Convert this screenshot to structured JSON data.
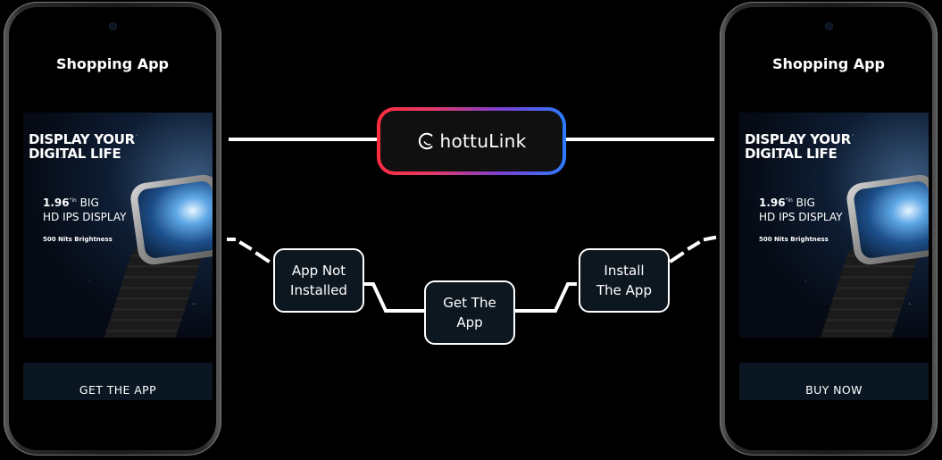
{
  "left_phone": {
    "title": "Shopping App",
    "banner": {
      "headline_line1": "DISPLAY YOUR",
      "headline_line2": "DIGITAL LIFE",
      "size_value": "1.96",
      "size_unit": "\"in",
      "size_suffix": "BIG",
      "display_type": "HD IPS DISPLAY",
      "brightness": "500 Nits Brightness"
    },
    "cta_label": "GET THE APP"
  },
  "right_phone": {
    "title": "Shopping App",
    "banner": {
      "headline_line1": "DISPLAY YOUR",
      "headline_line2": "DIGITAL LIFE",
      "size_value": "1.96",
      "size_unit": "\"in",
      "size_suffix": "BIG",
      "display_type": "HD IPS DISPLAY",
      "brightness": "500 Nits Brightness"
    },
    "cta_label": "BUY NOW"
  },
  "diagram": {
    "top_heading": "",
    "logo_text": "hottuLink",
    "bottom_heading_line1": "",
    "bottom_heading_line2": "",
    "steps": {
      "app_not_installed_line1": "App Not",
      "app_not_installed_line2": "Installed",
      "get_the_app_line1": "Get The",
      "get_the_app_line2": "App",
      "install_the_app_line1": "Install",
      "install_the_app_line2": "The App"
    }
  },
  "colors": {
    "background": "#000000",
    "logo_gradient_start": "#ff2e3e",
    "logo_gradient_end": "#2d7bff",
    "pill_background": "#0d1720"
  }
}
